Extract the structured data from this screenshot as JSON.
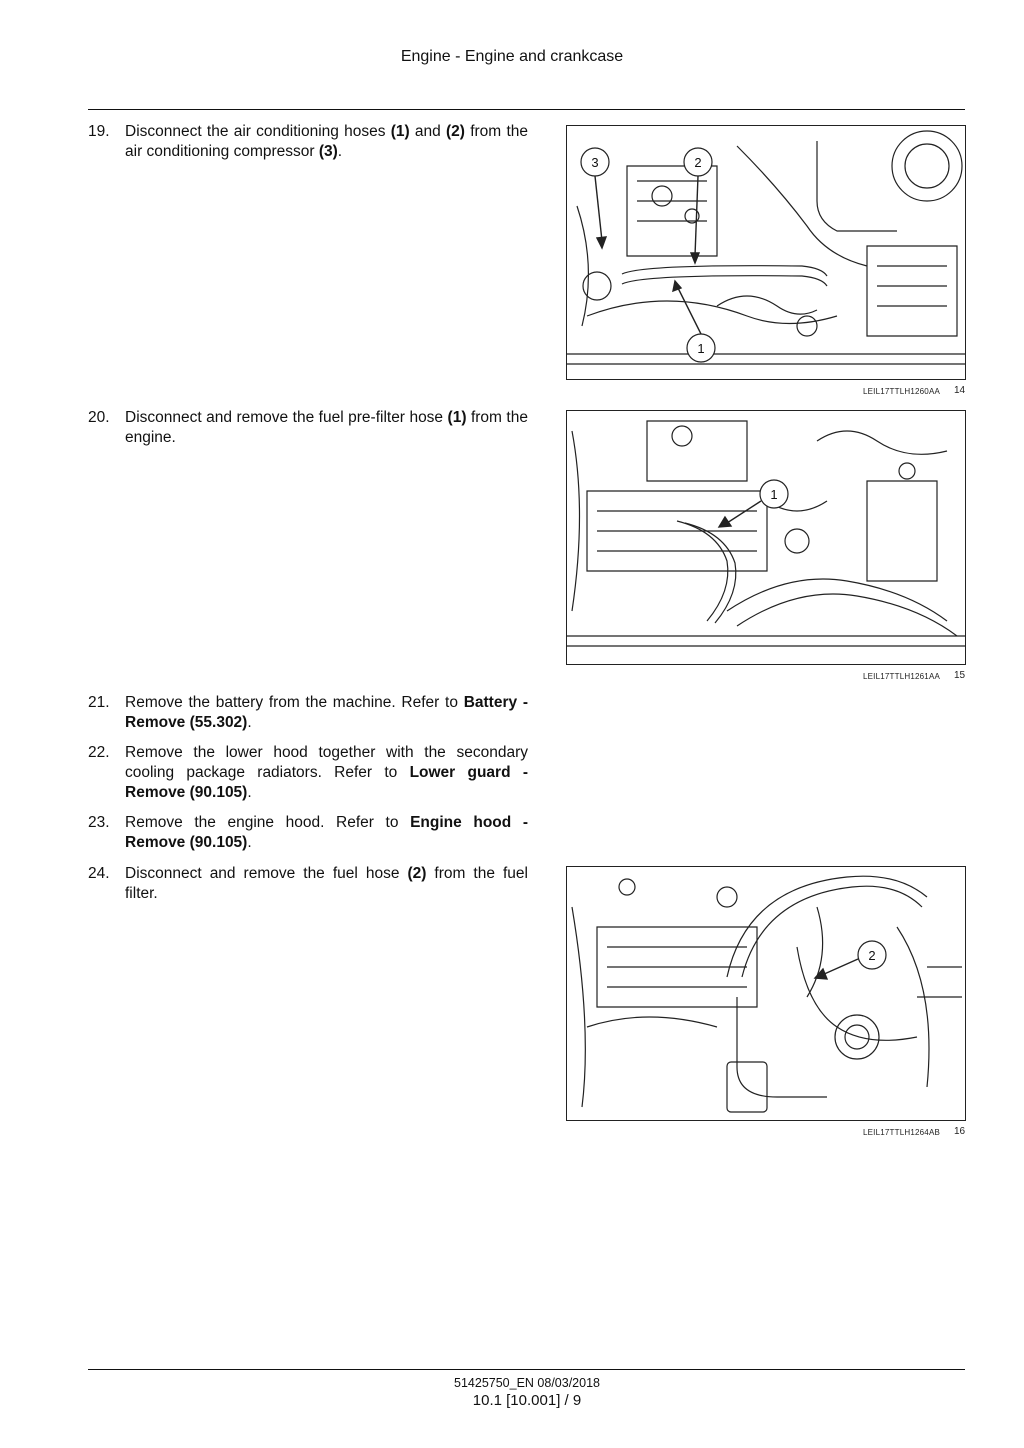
{
  "header": {
    "title": "Engine - Engine and crankcase"
  },
  "steps": [
    {
      "number": "19.",
      "parts": [
        "Disconnect the air conditioning hoses ",
        "(1)",
        " and ",
        "(2)",
        " from the air conditioning compressor ",
        "(3)",
        "."
      ]
    },
    {
      "number": "20.",
      "parts": [
        "Disconnect and remove the fuel pre-filter hose ",
        "(1)",
        " from the engine."
      ]
    },
    {
      "number": "21.",
      "parts": [
        "Remove the battery from the machine. Refer to ",
        "Battery - Remove (55.302)",
        "."
      ]
    },
    {
      "number": "22.",
      "parts": [
        "Remove the lower hood together with the secondary cooling package radiators. Refer to ",
        "Lower guard - Remove (90.105)",
        "."
      ]
    },
    {
      "number": "23.",
      "parts": [
        "Remove the engine hood. Refer to ",
        "Engine hood - Remove (90.105)",
        "."
      ]
    },
    {
      "number": "24.",
      "parts": [
        "Disconnect and remove the fuel hose ",
        "(2)",
        " from the fuel filter."
      ]
    }
  ],
  "figures": [
    {
      "code": "LEIL17TTLH1260AA",
      "number": "14",
      "callouts": [
        "3",
        "2",
        "1"
      ]
    },
    {
      "code": "LEIL17TTLH1261AA",
      "number": "15",
      "callouts": [
        "1"
      ]
    },
    {
      "code": "LEIL17TTLH1264AB",
      "number": "16",
      "callouts": [
        "2"
      ]
    }
  ],
  "footer": {
    "doc_id": "51425750_EN 08/03/2018",
    "page": "10.1 [10.001] / 9"
  }
}
